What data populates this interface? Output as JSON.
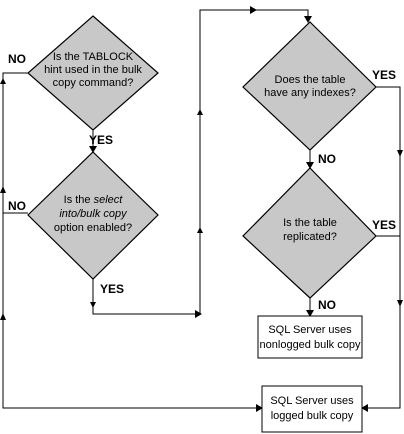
{
  "decisions": {
    "tablock": {
      "line1": "Is the TABLOCK",
      "line2": "hint used in the bulk",
      "line3": "copy command?"
    },
    "select_into": {
      "line1_prefix": "Is the ",
      "line1_em": "select",
      "line2_em": "into/bulk copy",
      "line3": "option enabled?"
    },
    "indexes": {
      "line1": "Does the table",
      "line2": "have any indexes?"
    },
    "replicated": {
      "line1": "Is the table",
      "line2": "replicated?"
    }
  },
  "processes": {
    "nonlogged": {
      "line1": "SQL Server uses",
      "line2": "nonlogged bulk copy"
    },
    "logged": {
      "line1": "SQL Server uses",
      "line2": "logged bulk copy"
    }
  },
  "branch_labels": {
    "tablock_no": "NO",
    "tablock_yes": "YES",
    "select_into_no": "NO",
    "select_into_yes": "YES",
    "indexes_yes": "YES",
    "indexes_no": "NO",
    "replicated_yes": "YES",
    "replicated_no": "NO"
  },
  "colors": {
    "decision_fill": "#c8c8c8",
    "line": "#000000",
    "background": "#ffffff"
  }
}
